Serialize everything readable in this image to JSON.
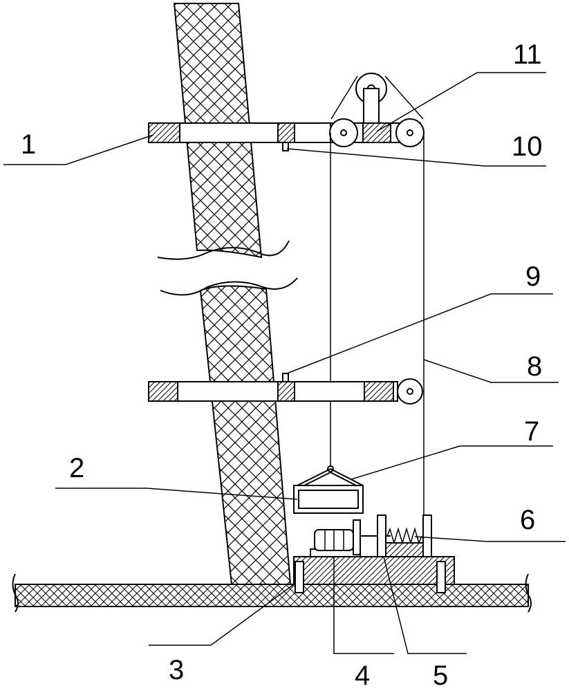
{
  "diagram": {
    "labels": [
      "1",
      "2",
      "3",
      "4",
      "5",
      "6",
      "7",
      "8",
      "9",
      "10",
      "11"
    ],
    "colors": {
      "line": "#000000",
      "background": "#ffffff"
    }
  }
}
